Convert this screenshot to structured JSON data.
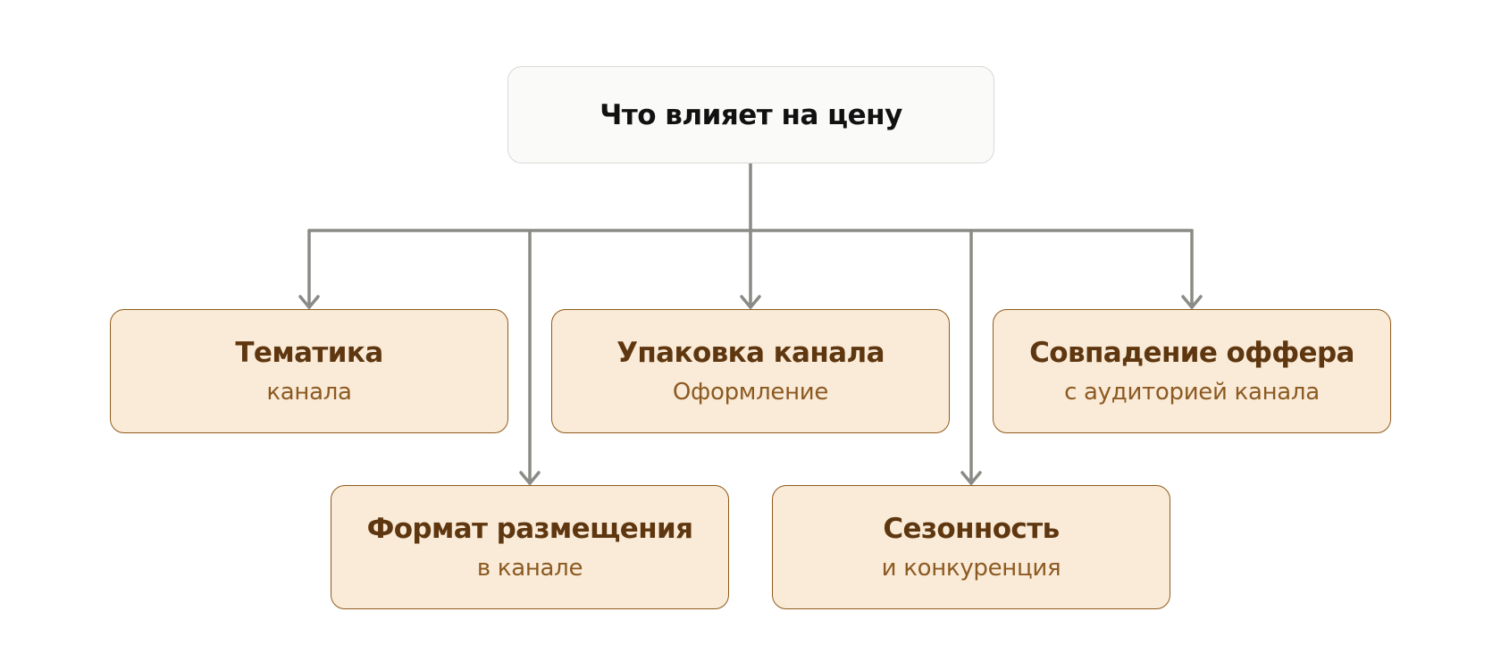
{
  "diagram": {
    "root": {
      "title": "Что влияет на цену"
    },
    "factors": [
      {
        "title": "Тематика",
        "subtitle": "канала"
      },
      {
        "title": "Упаковка канала",
        "subtitle": "Оформление"
      },
      {
        "title": "Совпадение оффера",
        "subtitle": "с аудиторией канала"
      },
      {
        "title": "Формат размещения",
        "subtitle": "в канале"
      },
      {
        "title": "Сезонность",
        "subtitle": "и конкуренция"
      }
    ]
  },
  "colors": {
    "connector": "#8a8a86",
    "factor_fill": "#faebd8",
    "factor_border": "#8f5a1b",
    "factor_title": "#5e3710",
    "factor_subtitle": "#8c5a22",
    "root_fill": "#fafaf9",
    "root_border": "#d9d9d6"
  }
}
